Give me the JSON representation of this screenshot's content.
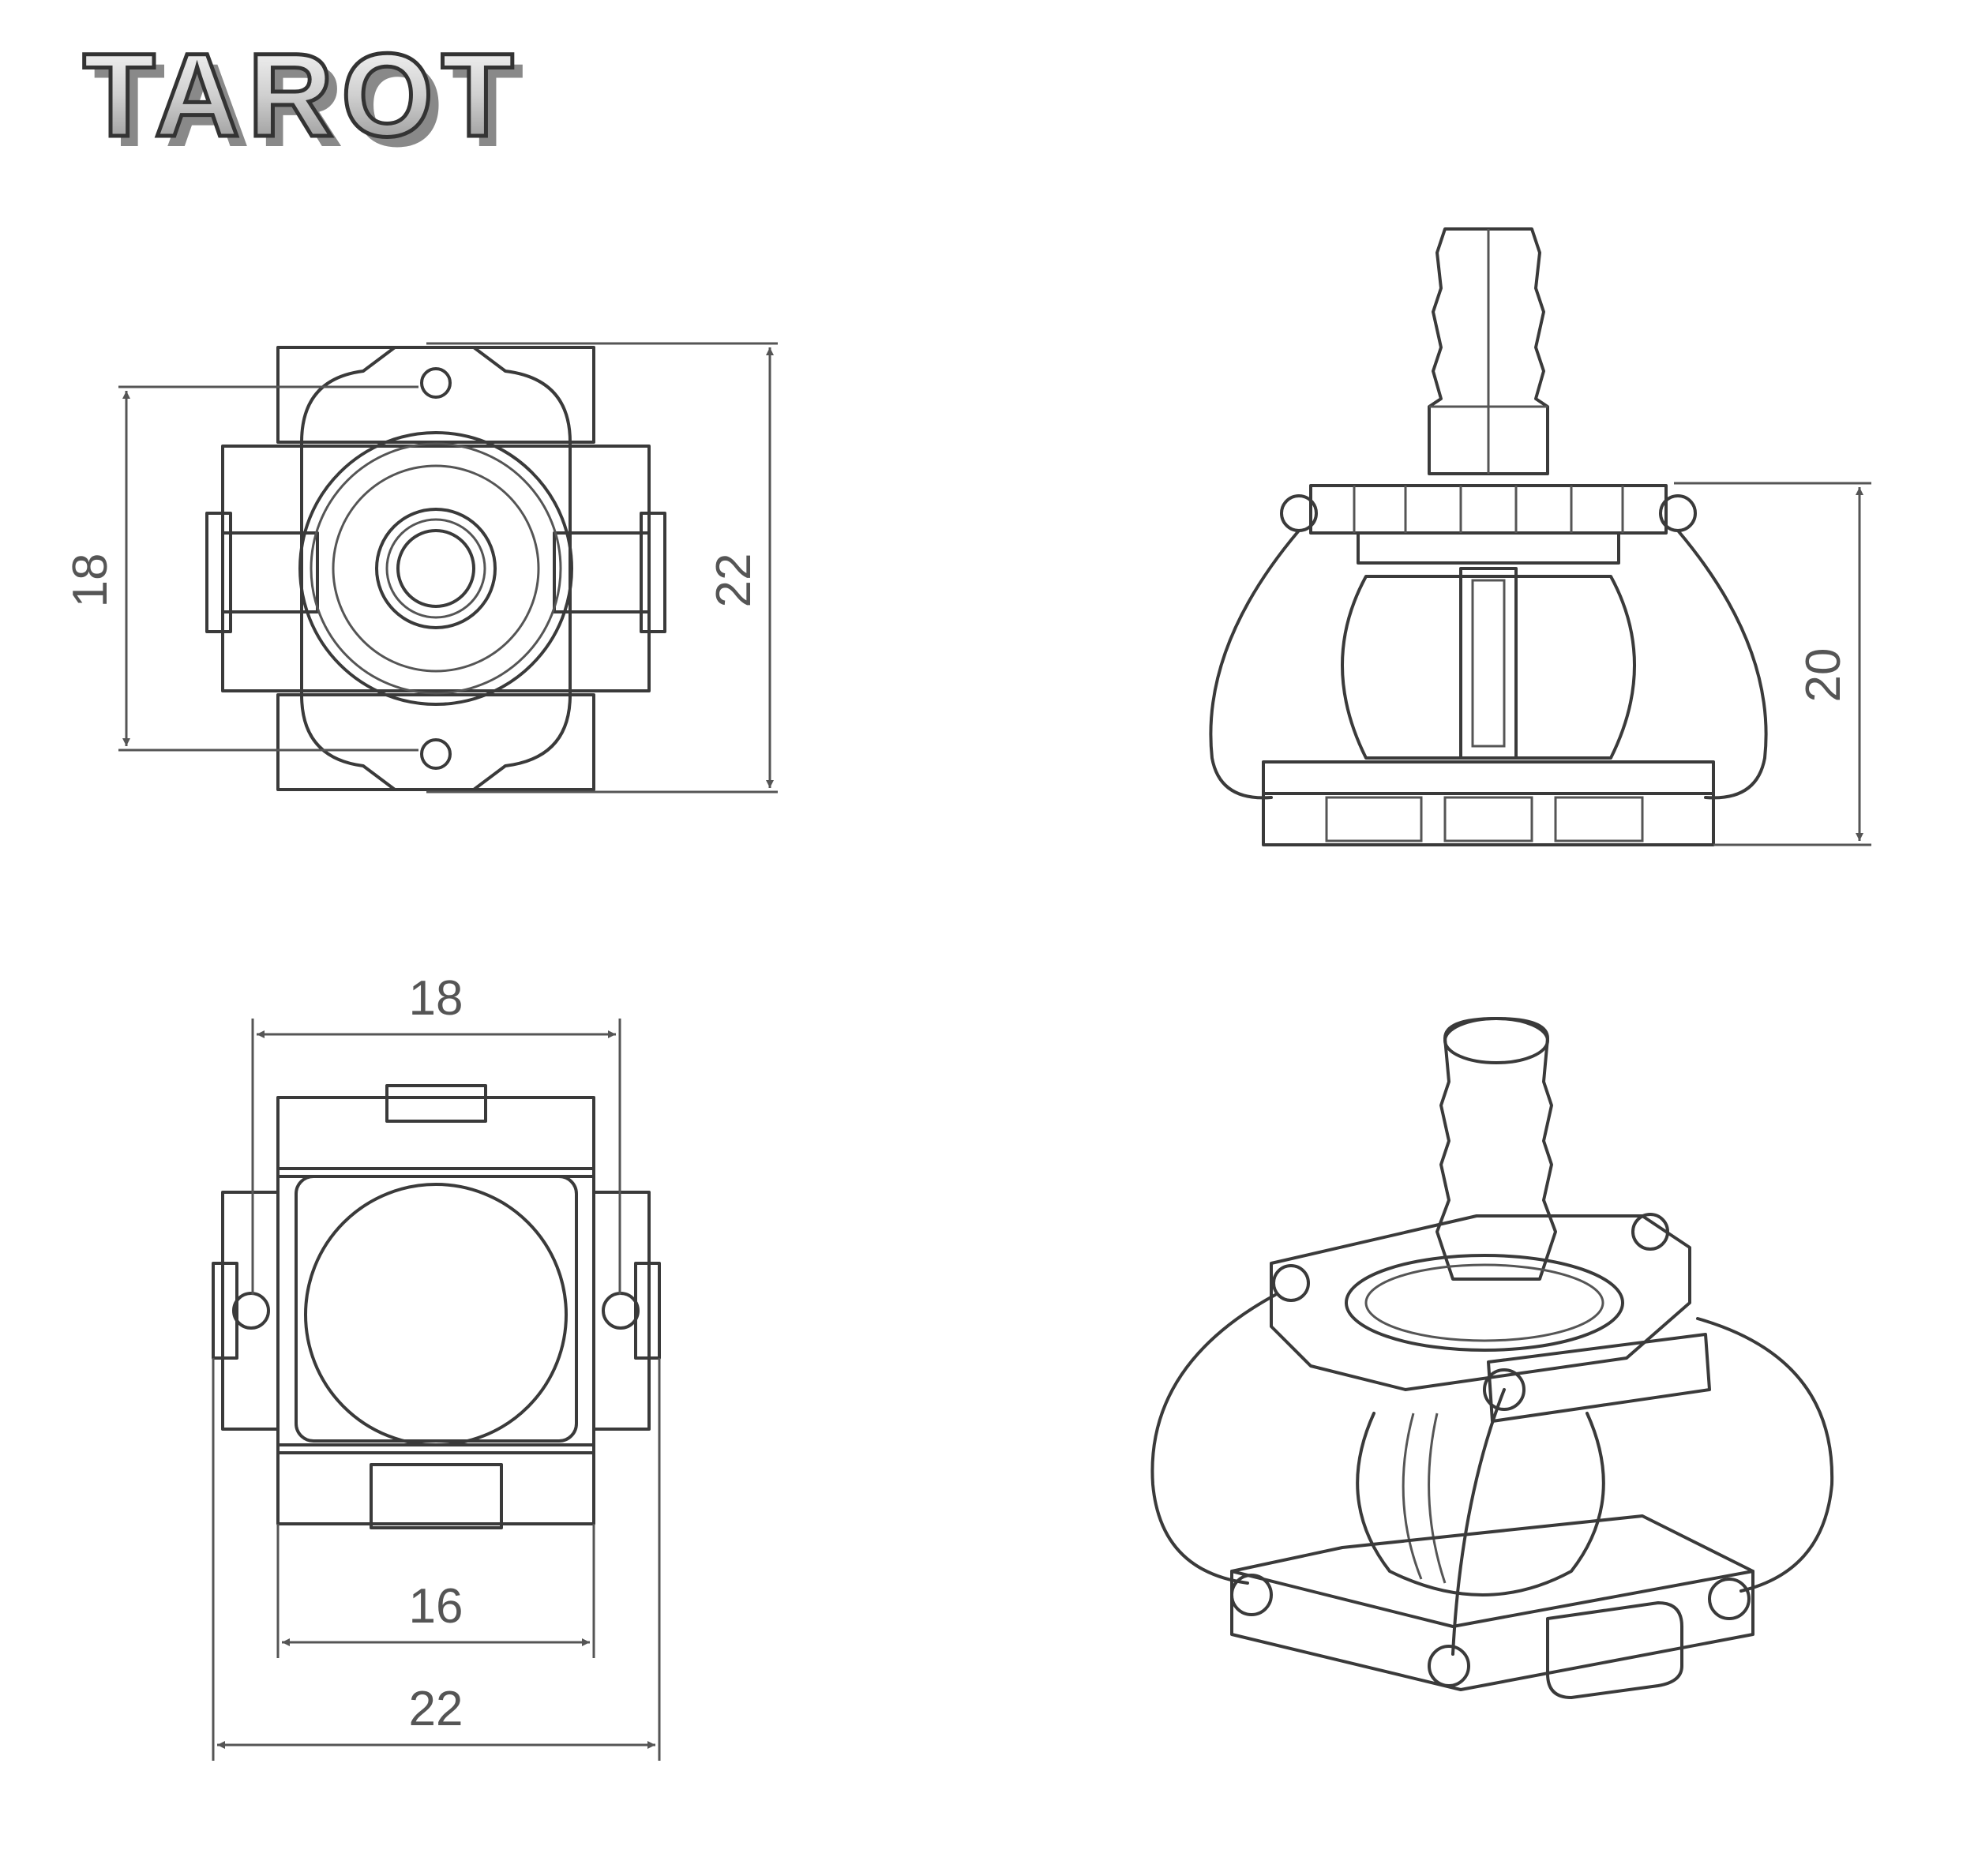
{
  "logo": {
    "text": "TAROT"
  },
  "dimensions": {
    "top_left_height_inner": "18",
    "top_left_height_outer": "22",
    "side_view_height": "20",
    "bottom_width_top": "18",
    "bottom_width_inner": "16",
    "bottom_width_outer": "22"
  },
  "colors": {
    "line": "#3a3a3a",
    "dimension": "#555555",
    "background": "#ffffff"
  }
}
